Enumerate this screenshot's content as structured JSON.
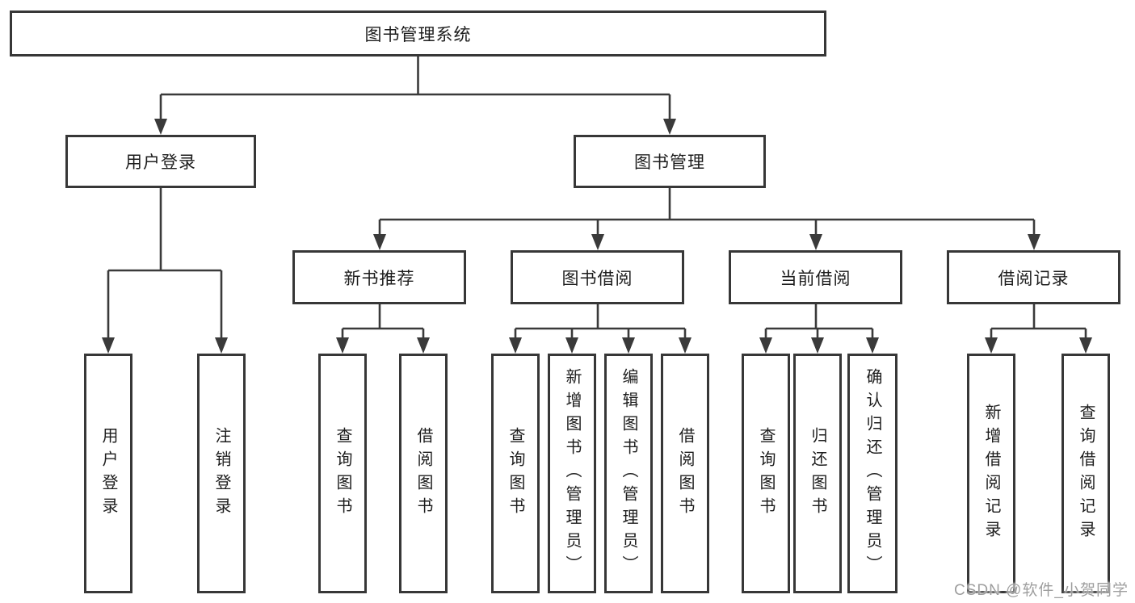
{
  "tree": {
    "label": "图书管理系统",
    "children": [
      {
        "label": "用户登录",
        "children": [
          {
            "label": "用户登录"
          },
          {
            "label": "注销登录"
          }
        ]
      },
      {
        "label": "图书管理",
        "children": [
          {
            "label": "新书推荐",
            "children": [
              {
                "label": "查询图书"
              },
              {
                "label": "借阅图书"
              }
            ]
          },
          {
            "label": "图书借阅",
            "children": [
              {
                "label": "查询图书"
              },
              {
                "label": "新增图书（管理员）"
              },
              {
                "label": "编辑图书（管理员）"
              },
              {
                "label": "借阅图书"
              }
            ]
          },
          {
            "label": "当前借阅",
            "children": [
              {
                "label": "查询图书"
              },
              {
                "label": "归还图书"
              },
              {
                "label": "确认归还（管理员）"
              }
            ]
          },
          {
            "label": "借阅记录",
            "children": [
              {
                "label": "新增借阅记录"
              },
              {
                "label": "查询借阅记录"
              }
            ]
          }
        ]
      }
    ]
  },
  "watermark": {
    "text": "CSDN @软件_小贺同学"
  },
  "colors": {
    "line": "#3a3a3a",
    "box_border": "#373737",
    "text": "#1d1d1d",
    "watermark": "#9e9e9e",
    "background": "#ffffff"
  }
}
